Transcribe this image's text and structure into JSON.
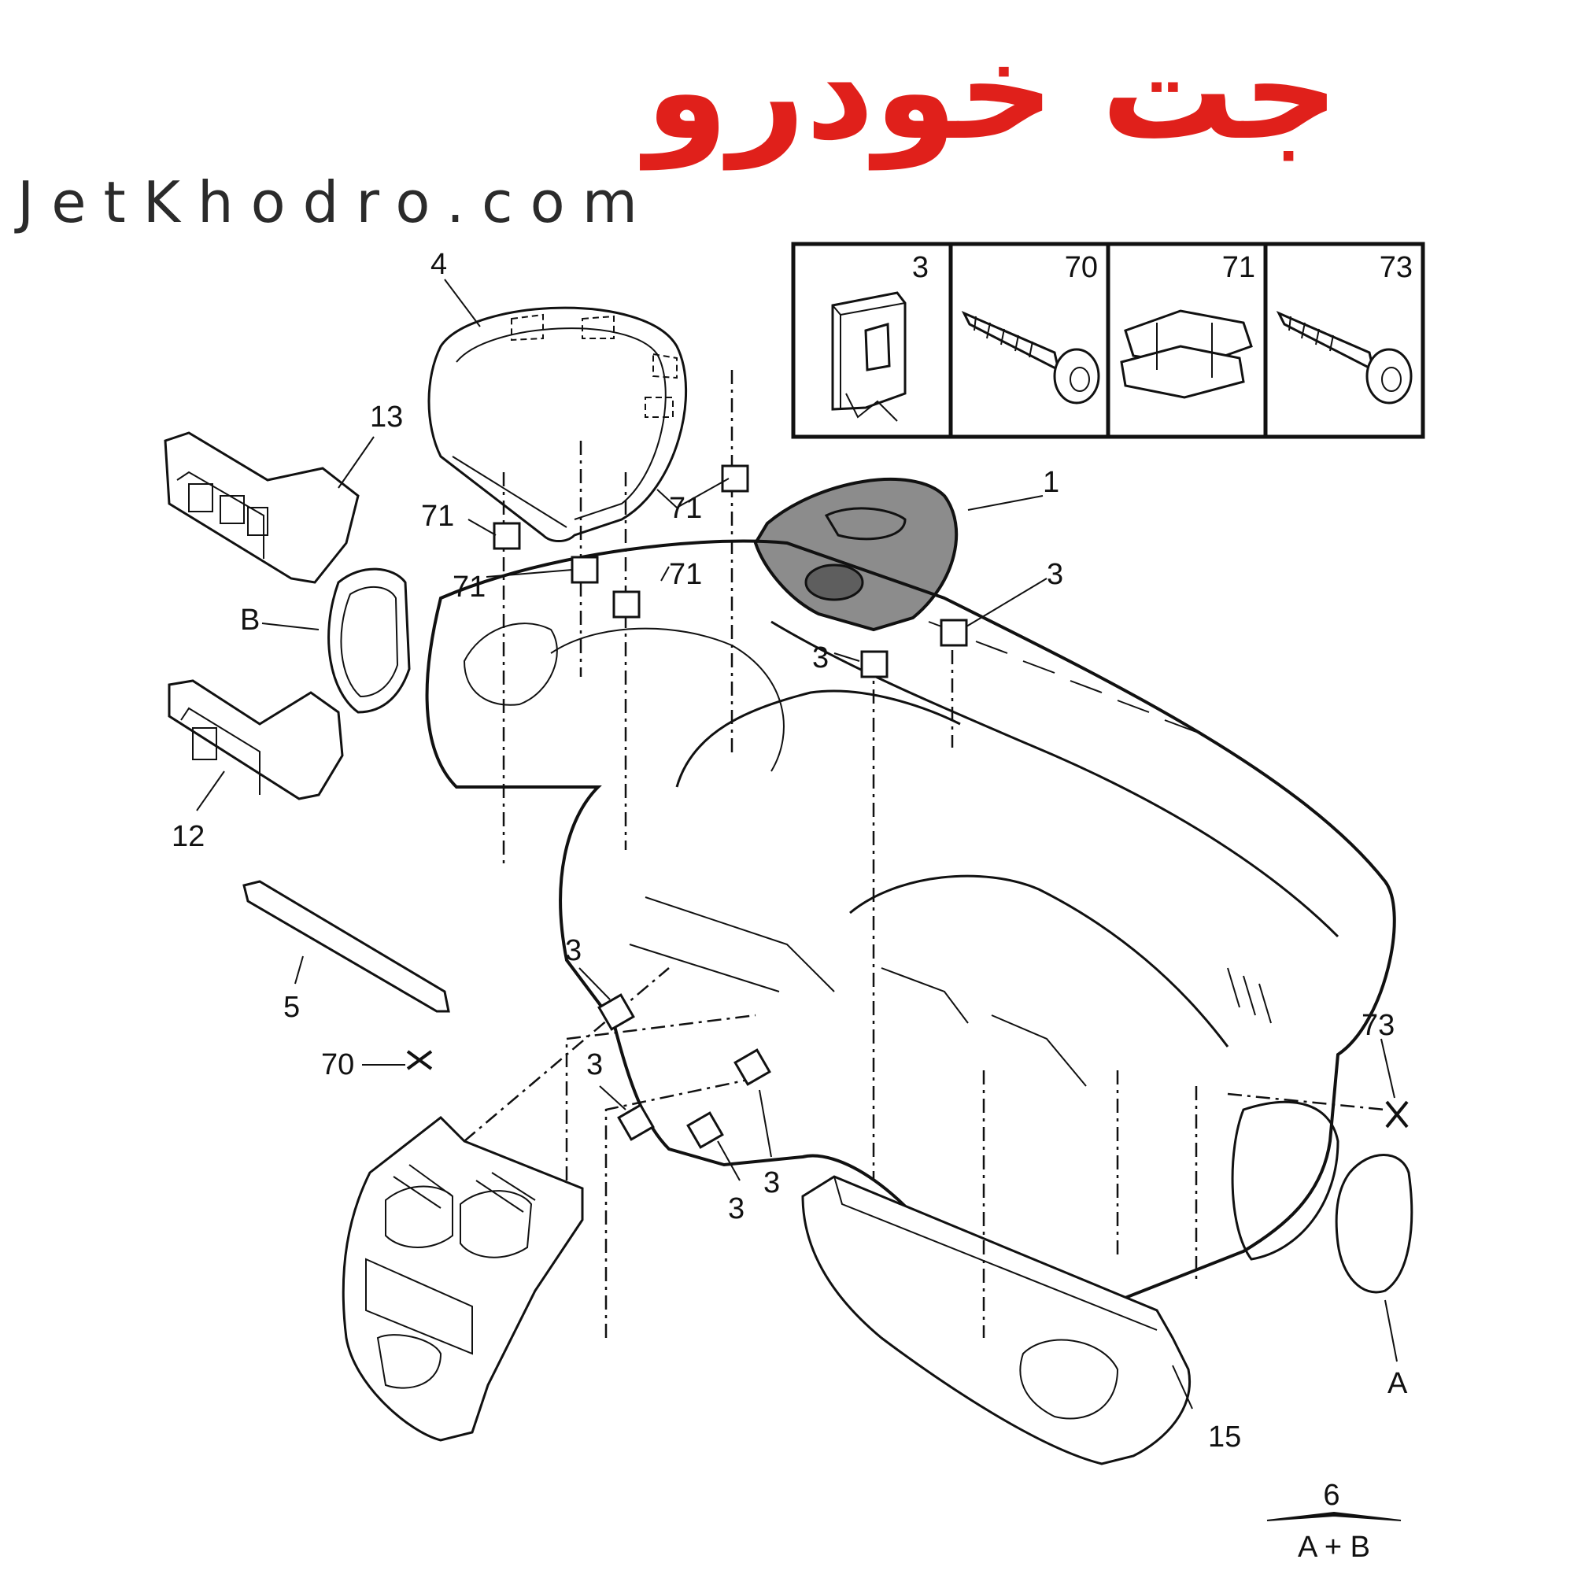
{
  "logo": {
    "persian_text": "جت خودرو",
    "latin_text": "JetKhodro.com",
    "color": "#e0201b"
  },
  "legend_table": {
    "cells": [
      {
        "label": "3"
      },
      {
        "label": "70"
      },
      {
        "label": "71"
      },
      {
        "label": "73"
      }
    ]
  },
  "callouts": {
    "part_1": "1",
    "part_4": "4",
    "part_13": "13",
    "part_b": "B",
    "part_12": "12",
    "part_5": "5",
    "part_70": "70",
    "part_73": "73",
    "part_a": "A",
    "part_15": "15",
    "clip_3_a": "3",
    "clip_3_b": "3",
    "clip_3_c": "3",
    "clip_3_d": "3",
    "clip_3_e": "3",
    "clip_3_f": "3",
    "clip_71_a": "71",
    "clip_71_b": "71",
    "clip_71_c": "71",
    "clip_71_d": "71"
  },
  "footer": {
    "number": "6",
    "formula": "A + B"
  }
}
